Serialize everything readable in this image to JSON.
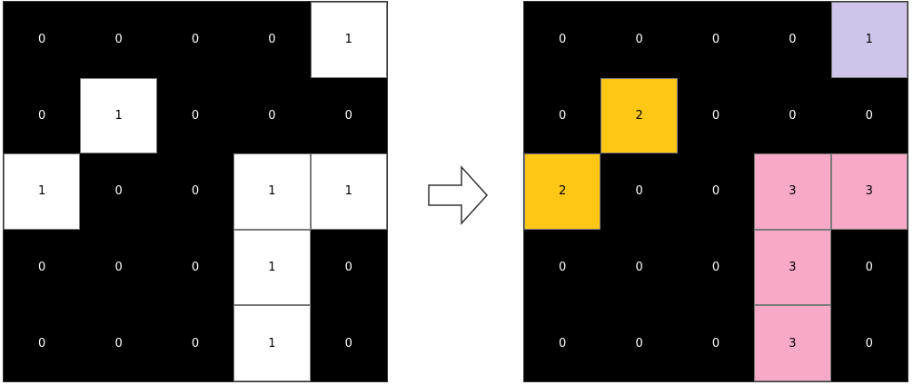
{
  "left_grid": {
    "values": [
      [
        0,
        0,
        0,
        0,
        1
      ],
      [
        0,
        1,
        0,
        0,
        0
      ],
      [
        1,
        0,
        0,
        1,
        1
      ],
      [
        0,
        0,
        0,
        1,
        0
      ],
      [
        0,
        0,
        0,
        1,
        0
      ]
    ]
  },
  "right_grid": {
    "values": [
      [
        0,
        0,
        0,
        0,
        1
      ],
      [
        0,
        2,
        0,
        0,
        0
      ],
      [
        2,
        0,
        0,
        3,
        3
      ],
      [
        0,
        0,
        0,
        3,
        0
      ],
      [
        0,
        0,
        0,
        3,
        0
      ]
    ]
  },
  "colors": {
    "background_cell": "#000000",
    "left_foreground": "#ffffff",
    "label_1": "#cfc5ea",
    "label_2": "#ffc715",
    "label_3": "#f8a9c7"
  },
  "arrow": {
    "icon": "right-arrow-icon",
    "direction": "right"
  }
}
